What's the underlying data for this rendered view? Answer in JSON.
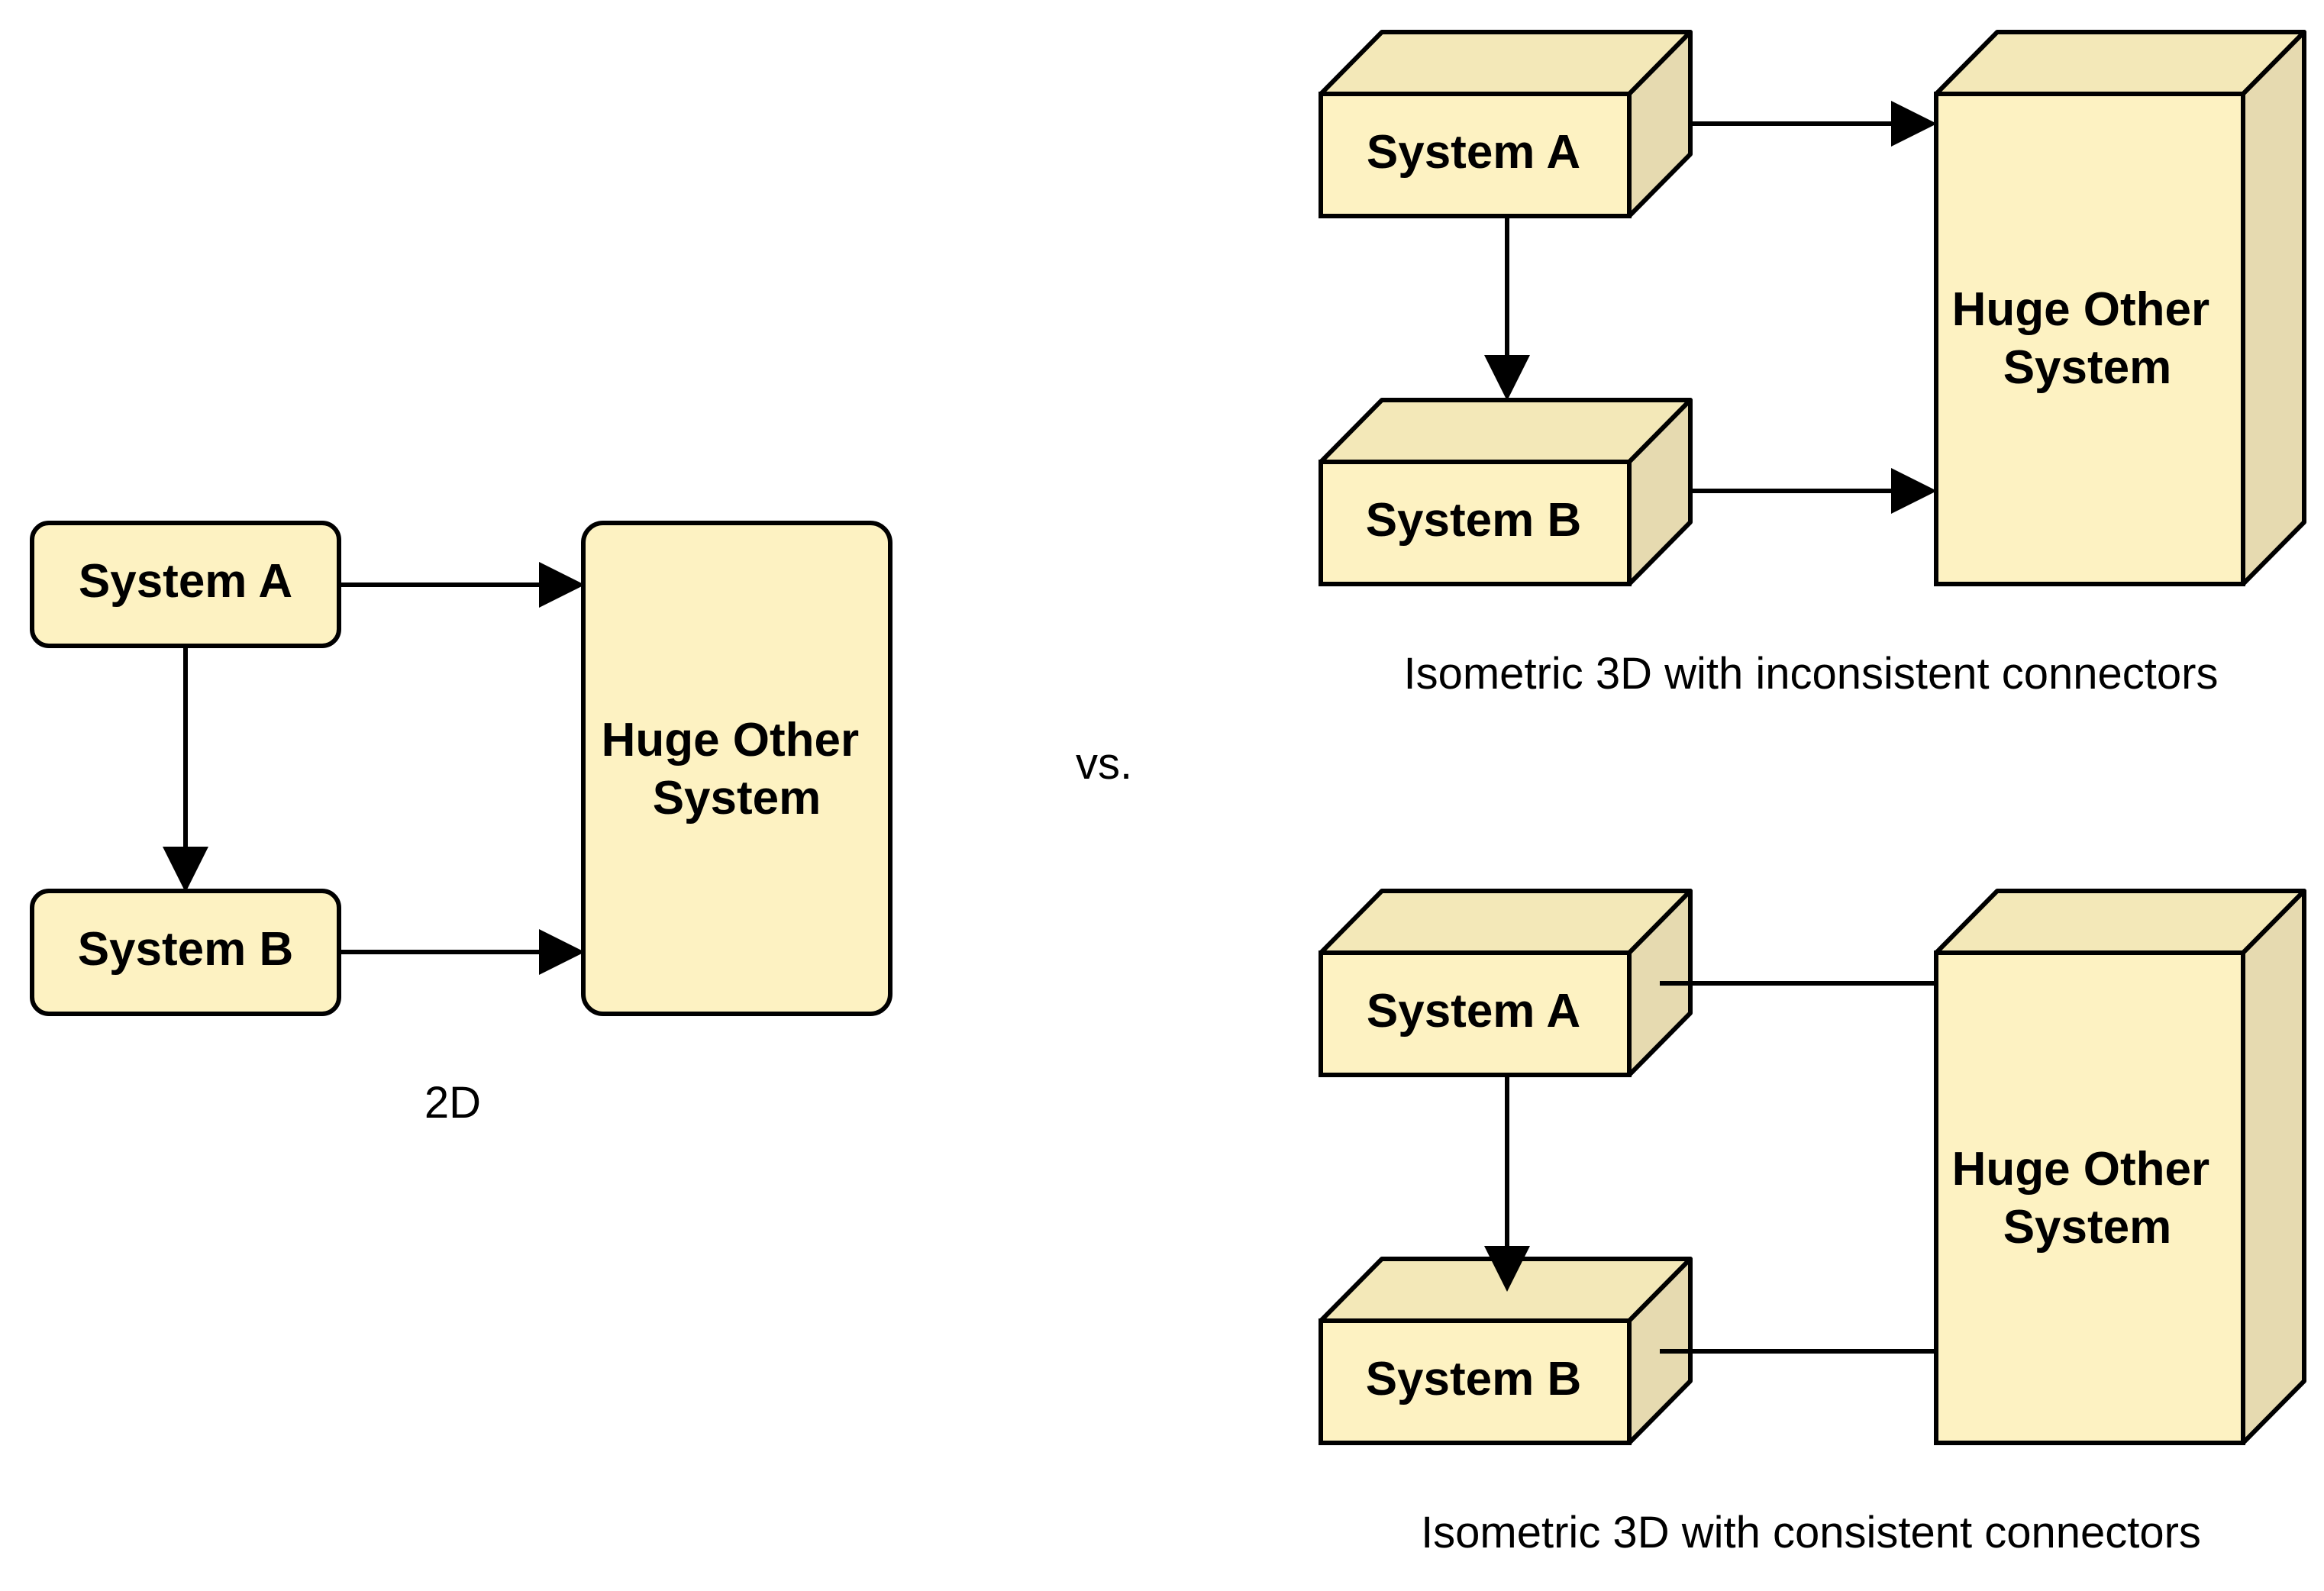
{
  "colors": {
    "box_front_fill": "#fdf2c2",
    "box_top_fill": "#f3e8b8",
    "box_side_fill": "#e6dab0",
    "stroke": "#000000",
    "background": "#ffffff"
  },
  "panel_2d": {
    "system_a": "System A",
    "system_b": "System B",
    "huge_line1": "Huge Other",
    "huge_line2": "System",
    "caption": "2D"
  },
  "versus_label": "vs.",
  "panel_iso_inconsistent": {
    "system_a": "System A",
    "system_b": "System B",
    "huge_line1": "Huge Other",
    "huge_line2": "System",
    "caption": "Isometric 3D with inconsistent connectors"
  },
  "panel_iso_consistent": {
    "system_a": "System A",
    "system_b": "System B",
    "huge_line1": "Huge Other",
    "huge_line2": "System",
    "caption": "Isometric 3D with consistent connectors"
  }
}
